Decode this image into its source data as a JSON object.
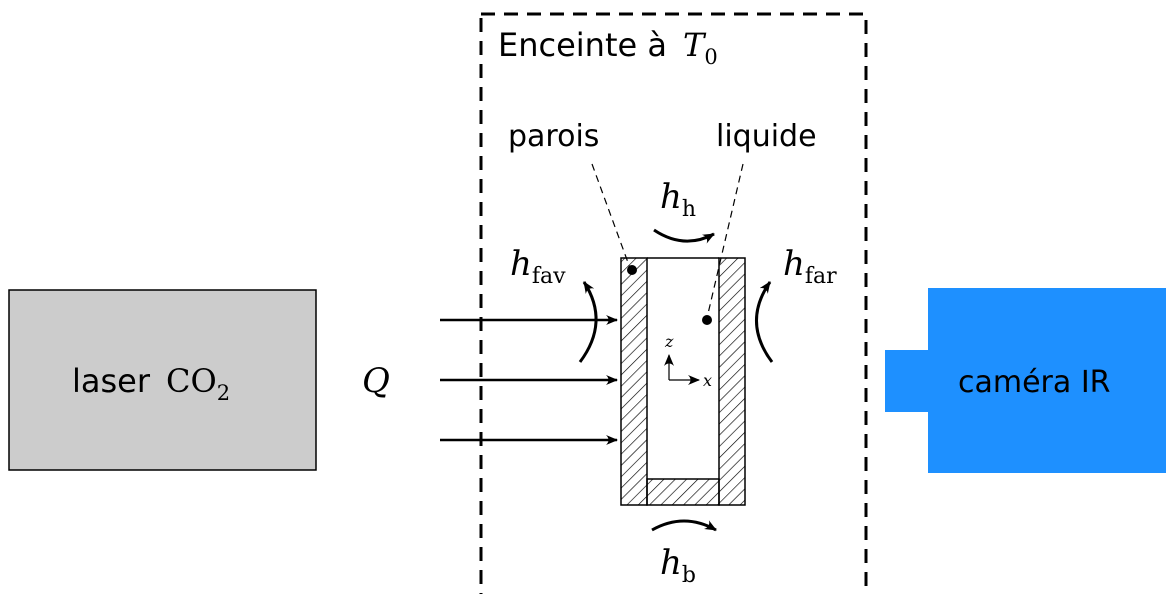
{
  "colors": {
    "laser_fill": "#cccccc",
    "camera_fill": "#1e90ff",
    "stroke": "#000000",
    "background": "#ffffff"
  },
  "labels": {
    "enclosure_prefix": "Enceinte à",
    "enclosure_T": "T",
    "enclosure_T_sub": "0",
    "laser_text": "laser",
    "laser_formula": "CO",
    "laser_formula_sub": "2",
    "heat_flux": "Q",
    "camera": "caméra IR",
    "walls": "parois",
    "liquid": "liquide",
    "h_top": "h",
    "h_top_sub": "h",
    "h_bottom": "h",
    "h_bottom_sub": "b",
    "h_front": "h",
    "h_front_sub": "fav",
    "h_back": "h",
    "h_back_sub": "far",
    "axis_z": "z",
    "axis_x": "x"
  }
}
